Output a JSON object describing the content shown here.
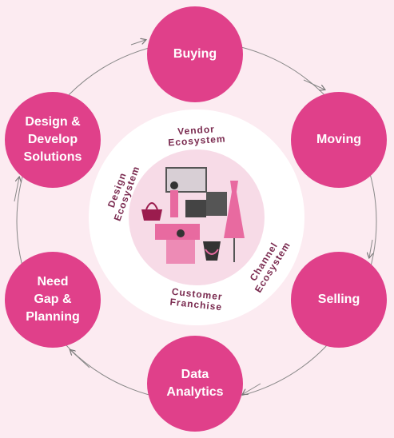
{
  "nodes": {
    "buying": "Buying",
    "moving": "Moving",
    "selling": "Selling",
    "data_analytics": "Data\nAnalytics",
    "need_gap": "Need\nGap &\nPlanning",
    "design_develop": "Design &\nDevelop\nSolutions"
  },
  "ecosystems": {
    "vendor": "Vendor\nEcosystem",
    "design": "Design\nEcosystem",
    "channel": "Channel\nEcosystem",
    "customer": "Customer\nFranchise"
  },
  "colors": {
    "background": "#fcebf1",
    "node": "#e0408a",
    "ecosystem_text": "#7a2a4f",
    "illustration_accent": "#e86aa0"
  }
}
